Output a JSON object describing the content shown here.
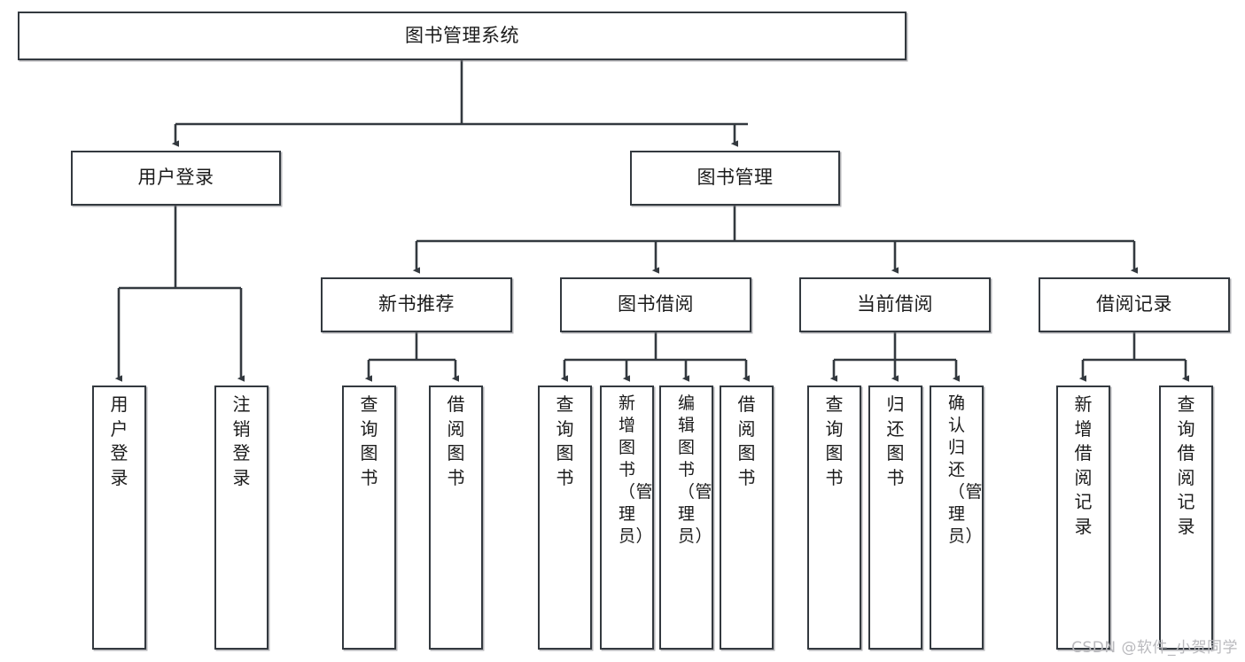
{
  "diagram": {
    "type": "hierarchy-tree",
    "title": "图书管理系统",
    "root": {
      "label": "图书管理系统"
    },
    "level1": [
      {
        "label": "用户登录"
      },
      {
        "label": "图书管理"
      }
    ],
    "level2": [
      {
        "label": "新书推荐"
      },
      {
        "label": "图书借阅"
      },
      {
        "label": "当前借阅"
      },
      {
        "label": "借阅记录"
      }
    ],
    "leaves": {
      "user_login": [
        {
          "label": "用户登录"
        },
        {
          "label": "注销登录"
        }
      ],
      "new_book_recommend": [
        {
          "label": "查询图书"
        },
        {
          "label": "借阅图书"
        }
      ],
      "book_borrow": [
        {
          "label": "查询图书"
        },
        {
          "label": "新增图书（管理员）"
        },
        {
          "label": "编辑图书（管理员）"
        },
        {
          "label": "借阅图书"
        }
      ],
      "current_borrow": [
        {
          "label": "查询图书"
        },
        {
          "label": "归还图书"
        },
        {
          "label": "确认归还（管理员）"
        }
      ],
      "borrow_record": [
        {
          "label": "新增借阅记录"
        },
        {
          "label": "查询借阅记录"
        }
      ]
    }
  },
  "watermark": {
    "text": "CSDN @软件_小贺同学"
  },
  "colors": {
    "border": "#33393f",
    "text": "#1b1b1b",
    "background": "#ffffff",
    "connector": "#33393f",
    "watermark": "#b9b9bd"
  }
}
